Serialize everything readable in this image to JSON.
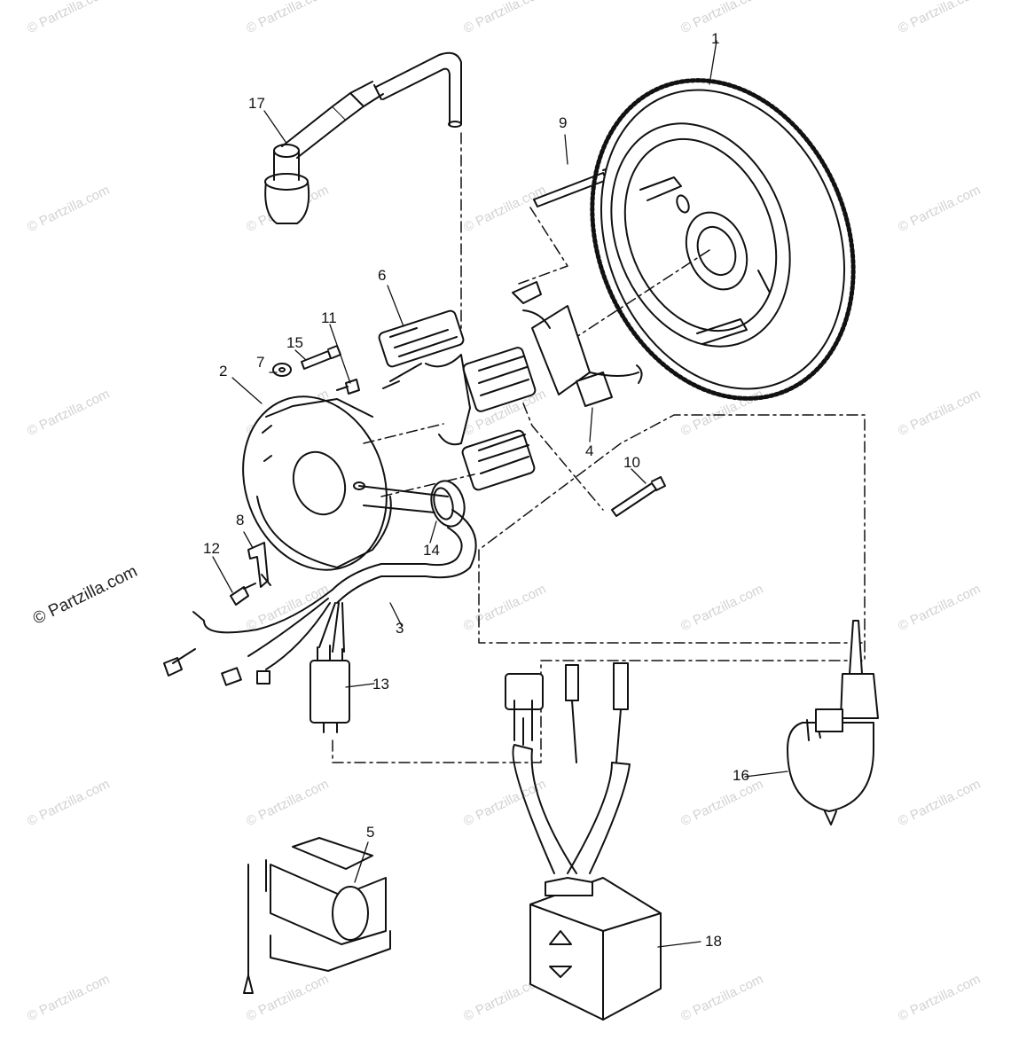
{
  "watermark": "© Partzilla.com",
  "labels": {
    "p1": "1",
    "p2": "2",
    "p3": "3",
    "p4": "4",
    "p5": "5",
    "p6": "6",
    "p7": "7",
    "p8": "8",
    "p9": "9",
    "p10": "10",
    "p11": "11",
    "p12": "12",
    "p13": "13",
    "p14": "14",
    "p15": "15",
    "p16": "16",
    "p17": "17",
    "p18": "18"
  }
}
